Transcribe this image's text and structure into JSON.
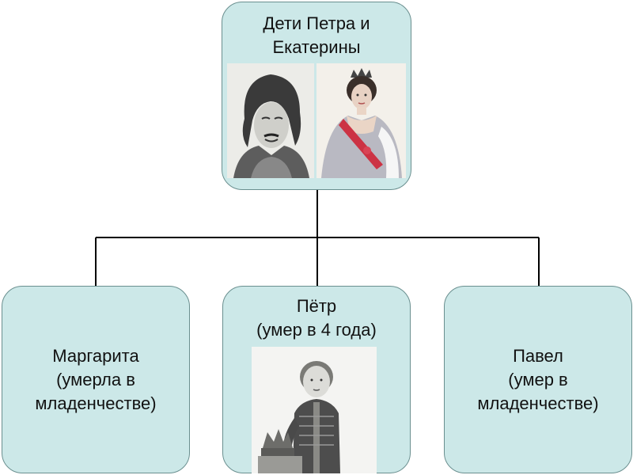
{
  "diagram": {
    "root": {
      "line1": "Дети Петра и",
      "line2": "Екатерины",
      "portraits": [
        "man-portrait-icon",
        "woman-portrait-icon"
      ]
    },
    "children": [
      {
        "line1": "Маргарита",
        "line2": "(умерла в",
        "line3": "младенчестве)"
      },
      {
        "line1": "Пётр",
        "line2": "(умер в 4 года)",
        "portraits": [
          "child-portrait-icon"
        ]
      },
      {
        "line1": "Павел",
        "line2": "(умер в",
        "line3": "младенчестве)"
      }
    ],
    "colors": {
      "box_fill": "#cce8e8",
      "box_border": "#6a8f8f",
      "connector": "#000000"
    }
  }
}
